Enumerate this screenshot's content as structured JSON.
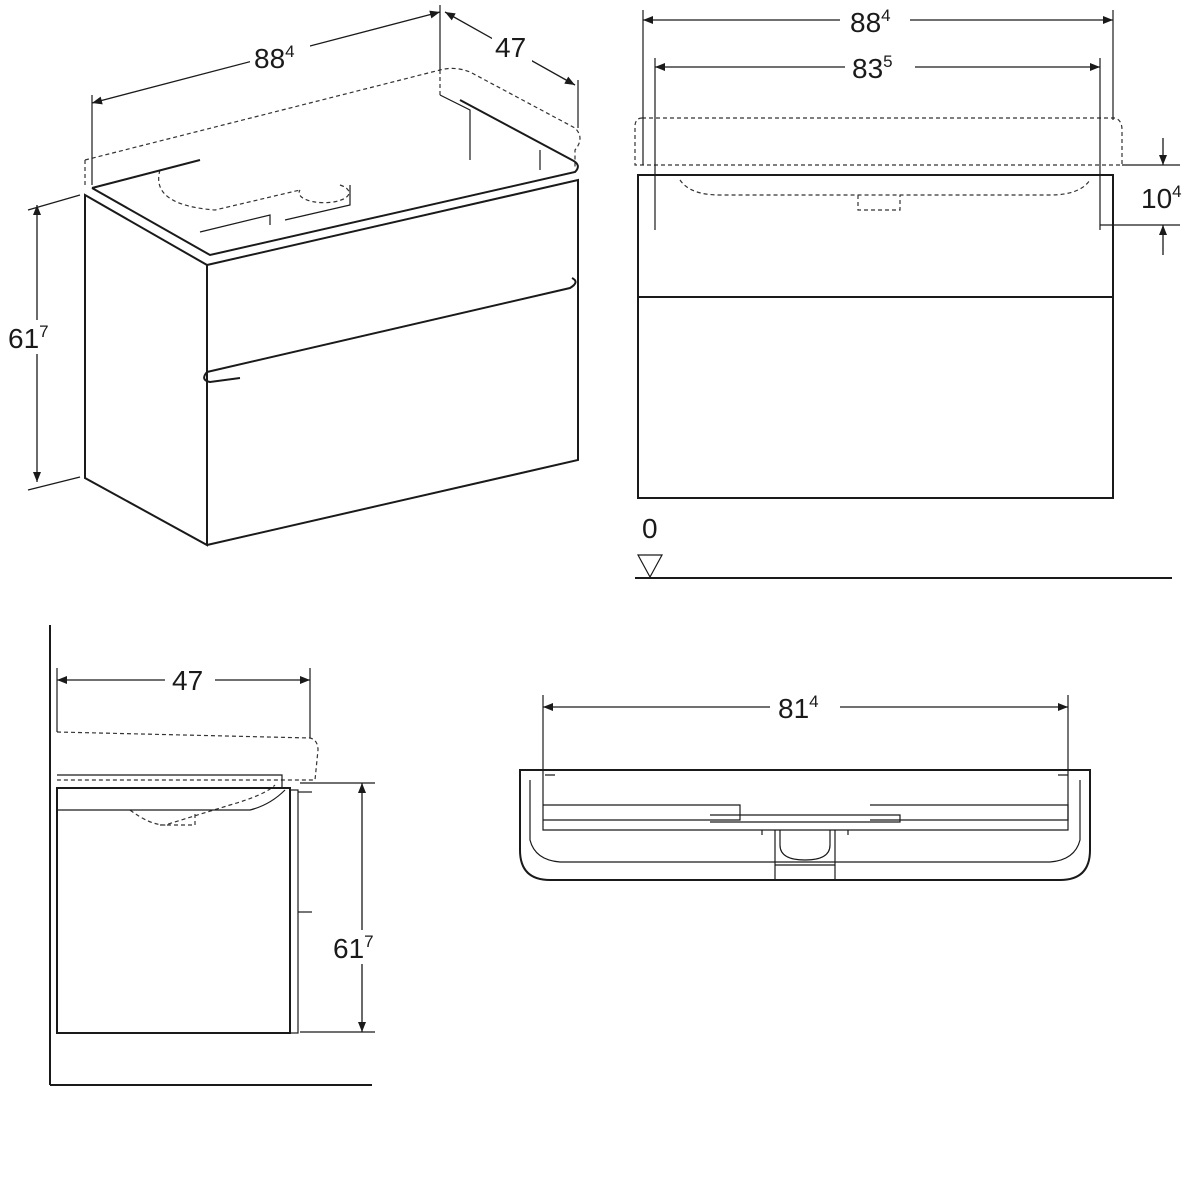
{
  "iso_view": {
    "width": {
      "main": "88",
      "sup": "4"
    },
    "depth": {
      "main": "47",
      "sup": ""
    },
    "height": {
      "main": "61",
      "sup": "7"
    }
  },
  "front_view": {
    "overall_width": {
      "main": "88",
      "sup": "4"
    },
    "inner_width": {
      "main": "83",
      "sup": "5"
    },
    "basin_offset": {
      "main": "10",
      "sup": "4"
    },
    "floor_level": "0"
  },
  "side_view": {
    "depth": {
      "main": "47",
      "sup": ""
    },
    "height": {
      "main": "61",
      "sup": "7"
    }
  },
  "plan_view": {
    "inner_width": {
      "main": "81",
      "sup": "4"
    }
  }
}
